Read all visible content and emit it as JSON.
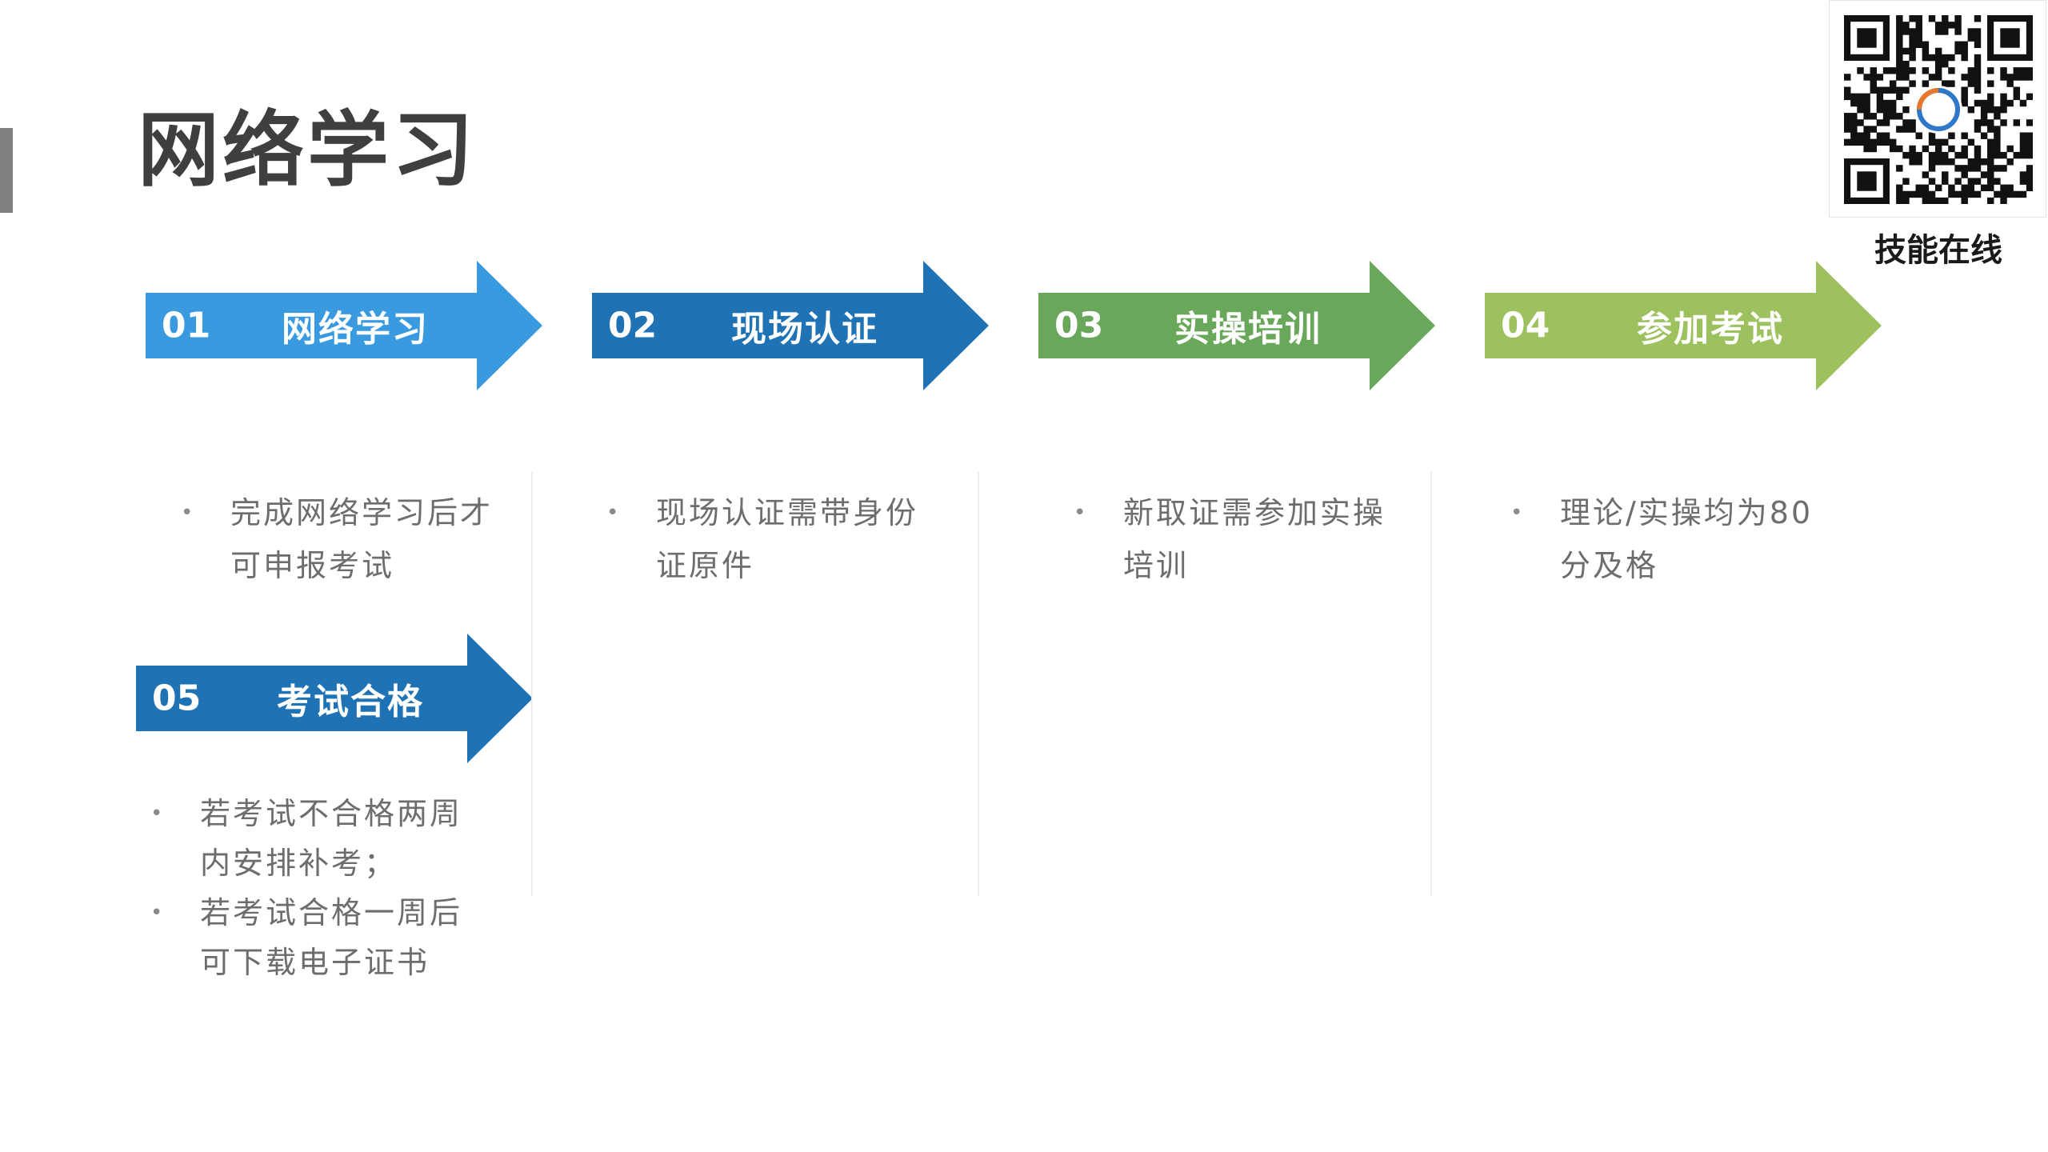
{
  "page": {
    "title": "网络学习"
  },
  "qr": {
    "caption": "技能在线"
  },
  "steps": [
    {
      "num": "01",
      "label": "网络学习",
      "color": "#3a9ae0",
      "bullets": [
        "完成网络学习后才可申报考试"
      ]
    },
    {
      "num": "02",
      "label": "现场认证",
      "color": "#1f72b4",
      "bullets": [
        "现场认证需带身份证原件"
      ]
    },
    {
      "num": "03",
      "label": "实操培训",
      "color": "#69a85a",
      "bullets": [
        "新取证需参加实操培训"
      ]
    },
    {
      "num": "04",
      "label": "参加考试",
      "color": "#9ec15f",
      "bullets": [
        "理论/实操均为80分及格"
      ]
    },
    {
      "num": "05",
      "label": "考试合格",
      "color": "#1f72b4",
      "bullets": [
        "若考试不合格两周内安排补考；",
        "若考试合格一周后可下载电子证书"
      ]
    }
  ],
  "bullet_lines": {
    "s1": [
      "完成网络学习后才",
      "可申报考试"
    ],
    "s2": [
      "现场认证需带身份",
      "证原件"
    ],
    "s3": [
      "新取证需参加实操",
      "培训"
    ],
    "s4": [
      "理论/实操均为80",
      "分及格"
    ],
    "s5a": [
      "若考试不合格两周",
      "内安排补考；"
    ],
    "s5b": [
      "若考试合格一周后",
      "可下载电子证书"
    ]
  },
  "bullet_marker": "•",
  "icons": {
    "qr": "qr-code-icon",
    "arrow": "arrow-right-icon"
  }
}
